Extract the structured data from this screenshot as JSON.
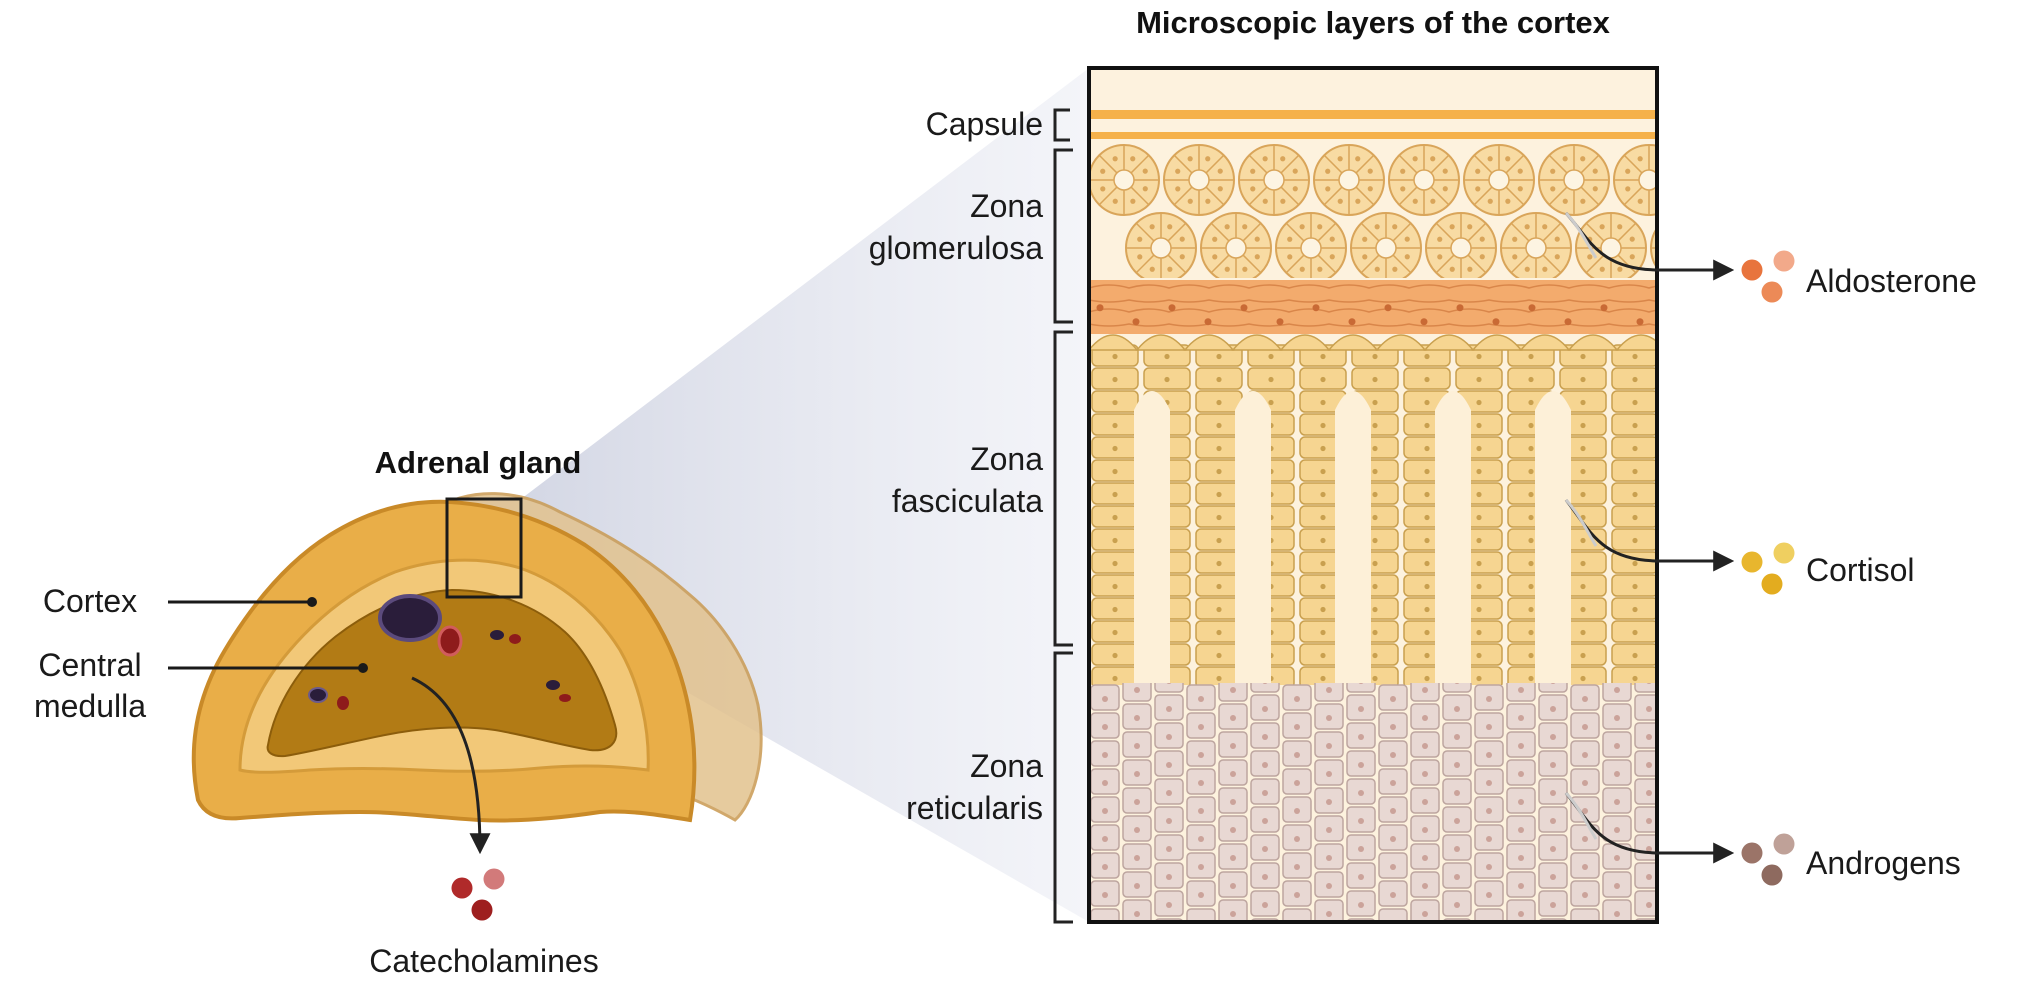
{
  "title": "Microscopic layers of the cortex",
  "gland": {
    "label": "Adrenal gland",
    "cortex_label": "Cortex",
    "medulla_label": [
      "Central",
      "medulla"
    ],
    "output_label": "Catecholamines"
  },
  "layers": [
    {
      "id": "capsule",
      "label": [
        "Capsule"
      ]
    },
    {
      "id": "glomerulosa",
      "label": [
        "Zona",
        "glomerulosa"
      ],
      "hormone": "Aldosterone"
    },
    {
      "id": "fasciculata",
      "label": [
        "Zona",
        "fasciculata"
      ],
      "hormone": "Cortisol"
    },
    {
      "id": "reticularis",
      "label": [
        "Zona",
        "reticularis"
      ],
      "hormone": "Androgens"
    }
  ],
  "colors": {
    "capsule": "#f5b14a",
    "glomerulosa_cell": "#f8dba3",
    "glomerulosa_outline": "#d9a55a",
    "connective": "#f3ab6d",
    "fasciculata_cell": "#f6d591",
    "fasciculata_outline": "#c9a04f",
    "reticularis_cell": "#e8d8d3",
    "reticularis_outline": "#bda59f",
    "background": "#fdf2de",
    "cortex": "#e7a83e",
    "medulla": "#b07a14",
    "aldosterone": [
      "#e8743d",
      "#f2a98a",
      "#ec8a57"
    ],
    "cortisol": [
      "#e8b62e",
      "#efcf60",
      "#e3ac1f"
    ],
    "androgens": [
      "#9b7468",
      "#bfa198",
      "#8e6a5f"
    ],
    "catecholamines": [
      "#b02a2a",
      "#d27a7a",
      "#9e1f1f"
    ]
  }
}
